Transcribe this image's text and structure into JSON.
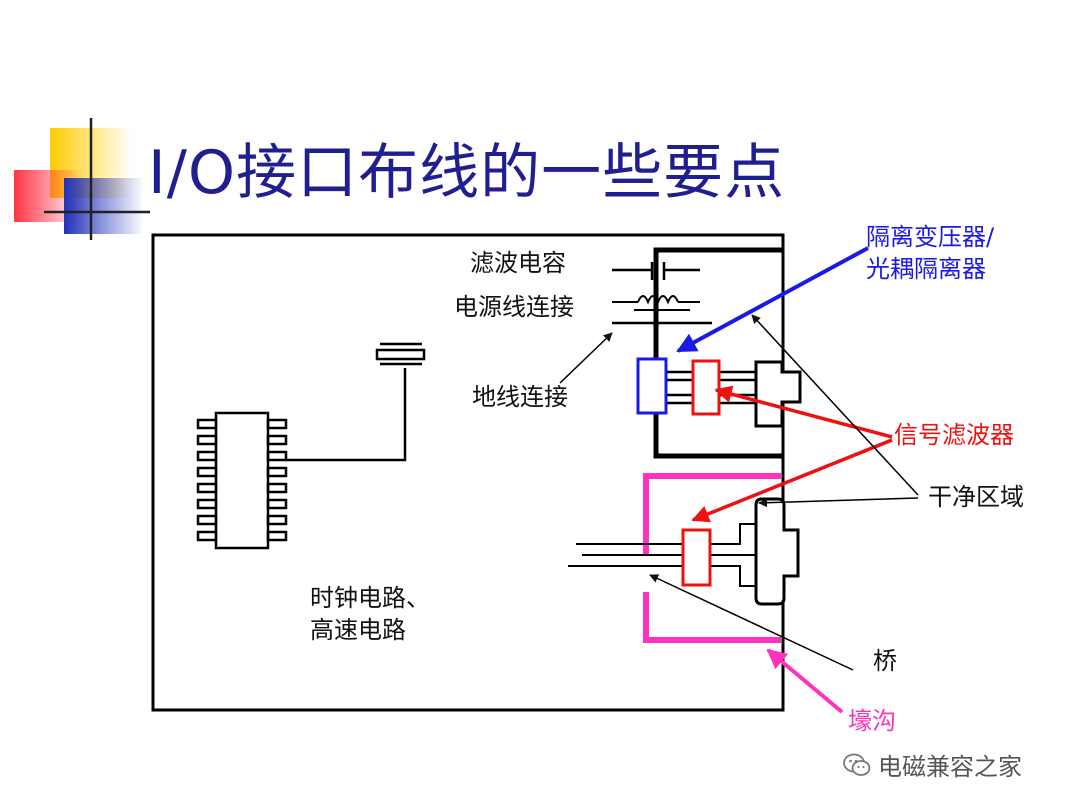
{
  "title": "I/O接口布线的一些要点",
  "labels": {
    "filter_cap": "滤波电容",
    "power_conn": "电源线连接",
    "ground_conn": "地线连接",
    "isolation_line1": "隔离变压器/",
    "isolation_line2": "光耦隔离器",
    "signal_filter": "信号滤波器",
    "clean_zone": "干净区域",
    "clock_line1": "时钟电路、",
    "clock_line2": "高速电路",
    "bridge": "桥",
    "moat": "壕沟"
  },
  "watermark": "电磁兼容之家",
  "colors": {
    "title": "#1f1f8f",
    "isolator": "#1a1ae6",
    "filter": "#ee1111",
    "moat": "#ff33bb",
    "deco_yellow": "#ffcc00",
    "deco_red": "#ff3344",
    "deco_blue": "#2233bb"
  }
}
